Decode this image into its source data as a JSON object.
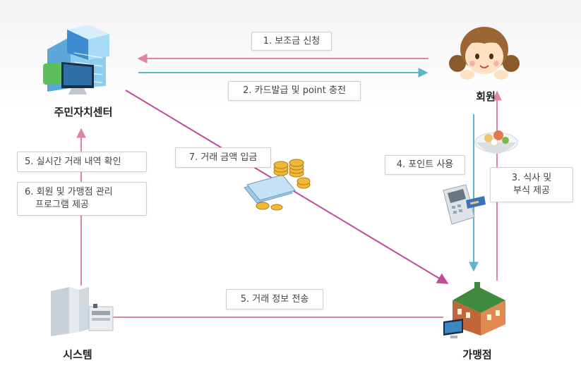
{
  "nodes": {
    "center": "주민자치센터",
    "member": "회원",
    "system": "시스템",
    "store": "가맹점"
  },
  "flows": {
    "step1": "1. 보조금 신청",
    "step2": "2. 카드발급 및 point 충전",
    "step3_line1": "3. 식사 및",
    "step3_line2": "부식 제공",
    "step4": "4. 포인트 사용",
    "step5_realtime": "5. 실시간  거래 내역 확인",
    "step6_line1": "6. 회원 및 가맹점 관리",
    "step6_line2": "프로그램 제공",
    "step5_transfer": "5. 거래 정보 전송",
    "step7": "7. 거래 금액 입금"
  },
  "colors": {
    "pink": "#e083a8",
    "blue": "#5fb3cf",
    "magenta": "#c0499a"
  }
}
